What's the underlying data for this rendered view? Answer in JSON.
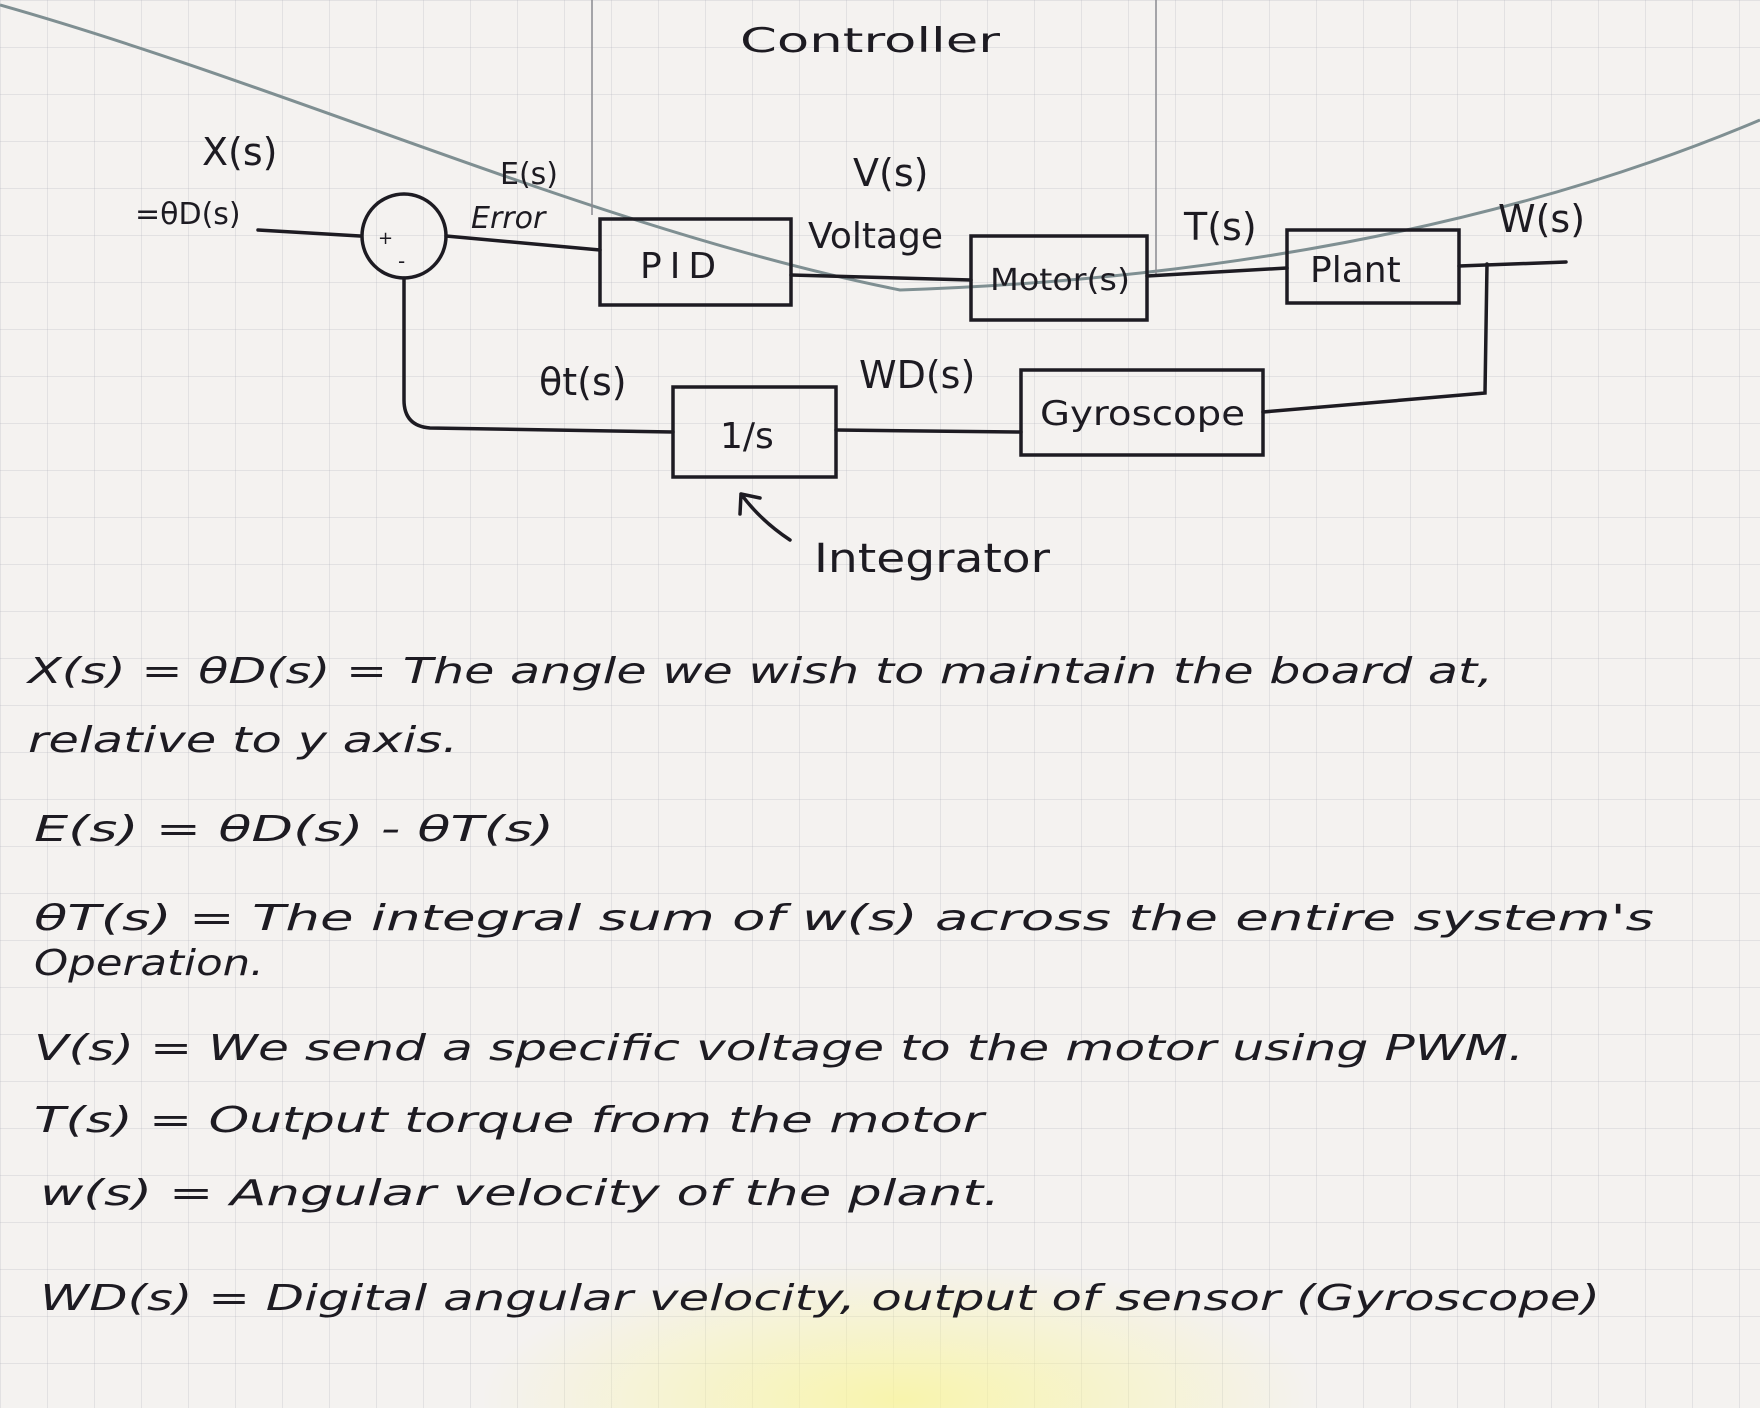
{
  "diagram": {
    "controller_label": "Controller",
    "input_label": "X(s)",
    "input_sublabel": "=θD(s)",
    "summing_plus": "+",
    "summing_minus": "-",
    "error_signal": "E(s)",
    "error_label": "Error",
    "pid_block": "PID",
    "voltage_signal": "V(s)",
    "voltage_label": "Voltage",
    "motor_block": "Motor(s)",
    "torque_signal": "T(s)",
    "plant_block": "Plant",
    "output_signal": "W(s)",
    "gyro_block": "Gyroscope",
    "digital_signal": "WD(s)",
    "integrator_block": "1/s",
    "theta_signal": "θt(s)",
    "integrator_label": "Integrator"
  },
  "notes": [
    "X(s) = θD(s) = The angle we wish to maintain the board at,",
    "relative to y axis.",
    "E(s) = θD(s) - θT(s)",
    "θT(s) = The integral sum of w(s) across the entire system's",
    "Operation.",
    "V(s) = We send a specific voltage to the motor using PWM.",
    "T(s) = Output torque from the motor",
    "w(s) = Angular velocity of the plant.",
    "WD(s) = Digital angular velocity, output of sensor (Gyroscope)"
  ]
}
